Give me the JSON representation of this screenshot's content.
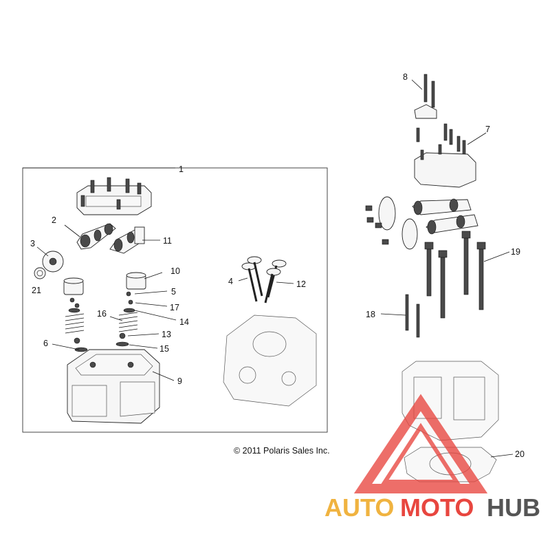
{
  "diagram": {
    "labels": {
      "n1": "1",
      "n2": "2",
      "n3": "3",
      "n4": "4",
      "n5": "5",
      "n6": "6",
      "n7": "7",
      "n8": "8",
      "n9": "9",
      "n10": "10",
      "n11": "11",
      "n12": "12",
      "n13": "13",
      "n14": "14",
      "n15": "15",
      "n16": "16",
      "n17": "17",
      "n18": "18",
      "n19": "19",
      "n20": "20",
      "n21": "21"
    },
    "copyright": "© 2011 Polaris Sales Inc."
  },
  "watermark": {
    "text_auto": "AUTO",
    "text_moto": "MOTO",
    "text_hub": "HUB",
    "colors": {
      "triangle": "#e8463f",
      "auto": "#f0b340",
      "moto": "#e8463f",
      "hub": "#555555"
    }
  }
}
